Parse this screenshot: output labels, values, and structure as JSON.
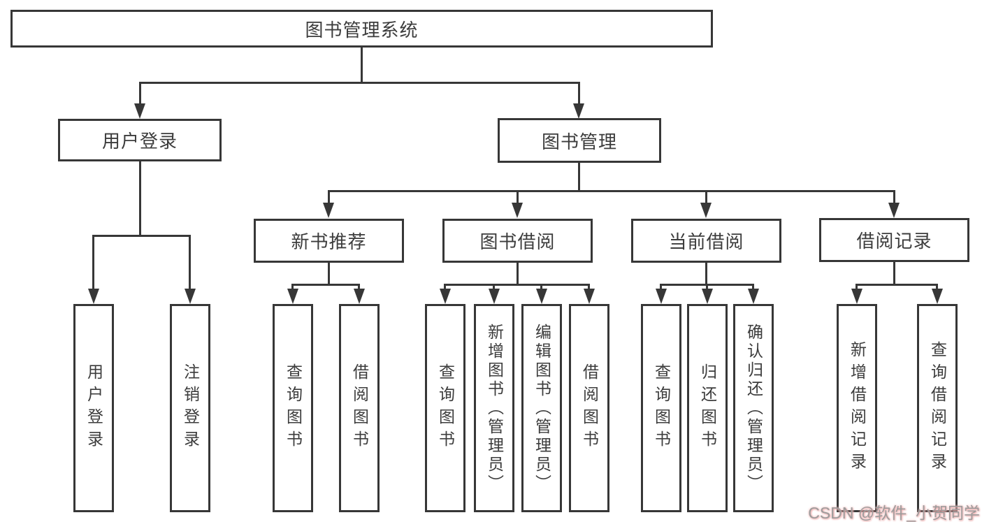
{
  "diagram": {
    "title": "图书管理系统",
    "level2": {
      "user_login": "用户登录",
      "book_mgmt": "图书管理"
    },
    "level3": {
      "new_book": "新书推荐",
      "book_borrow": "图书借阅",
      "current_borrow": "当前借阅",
      "borrow_record": "借阅记录"
    },
    "leaves": {
      "user_login": [
        "用户登录",
        "注销登录"
      ],
      "new_book": [
        "查询图书",
        "借阅图书"
      ],
      "book_borrow": [
        "查询图书",
        "新增图书（管理员）",
        "编辑图书（管理员）",
        "借阅图书"
      ],
      "current_borrow": [
        "查询图书",
        "归还图书",
        "确认归还（管理员）"
      ],
      "borrow_record": [
        "新增借阅记录",
        "查询借阅记录"
      ]
    }
  },
  "watermark": {
    "text": "CSDN @软件_小贺同学"
  },
  "colors": {
    "line": "#373737",
    "text": "#3c3c3c",
    "background": "#ffffff",
    "watermark_text": "#9c9c9c",
    "watermark_glow": "#f0b0b0"
  }
}
